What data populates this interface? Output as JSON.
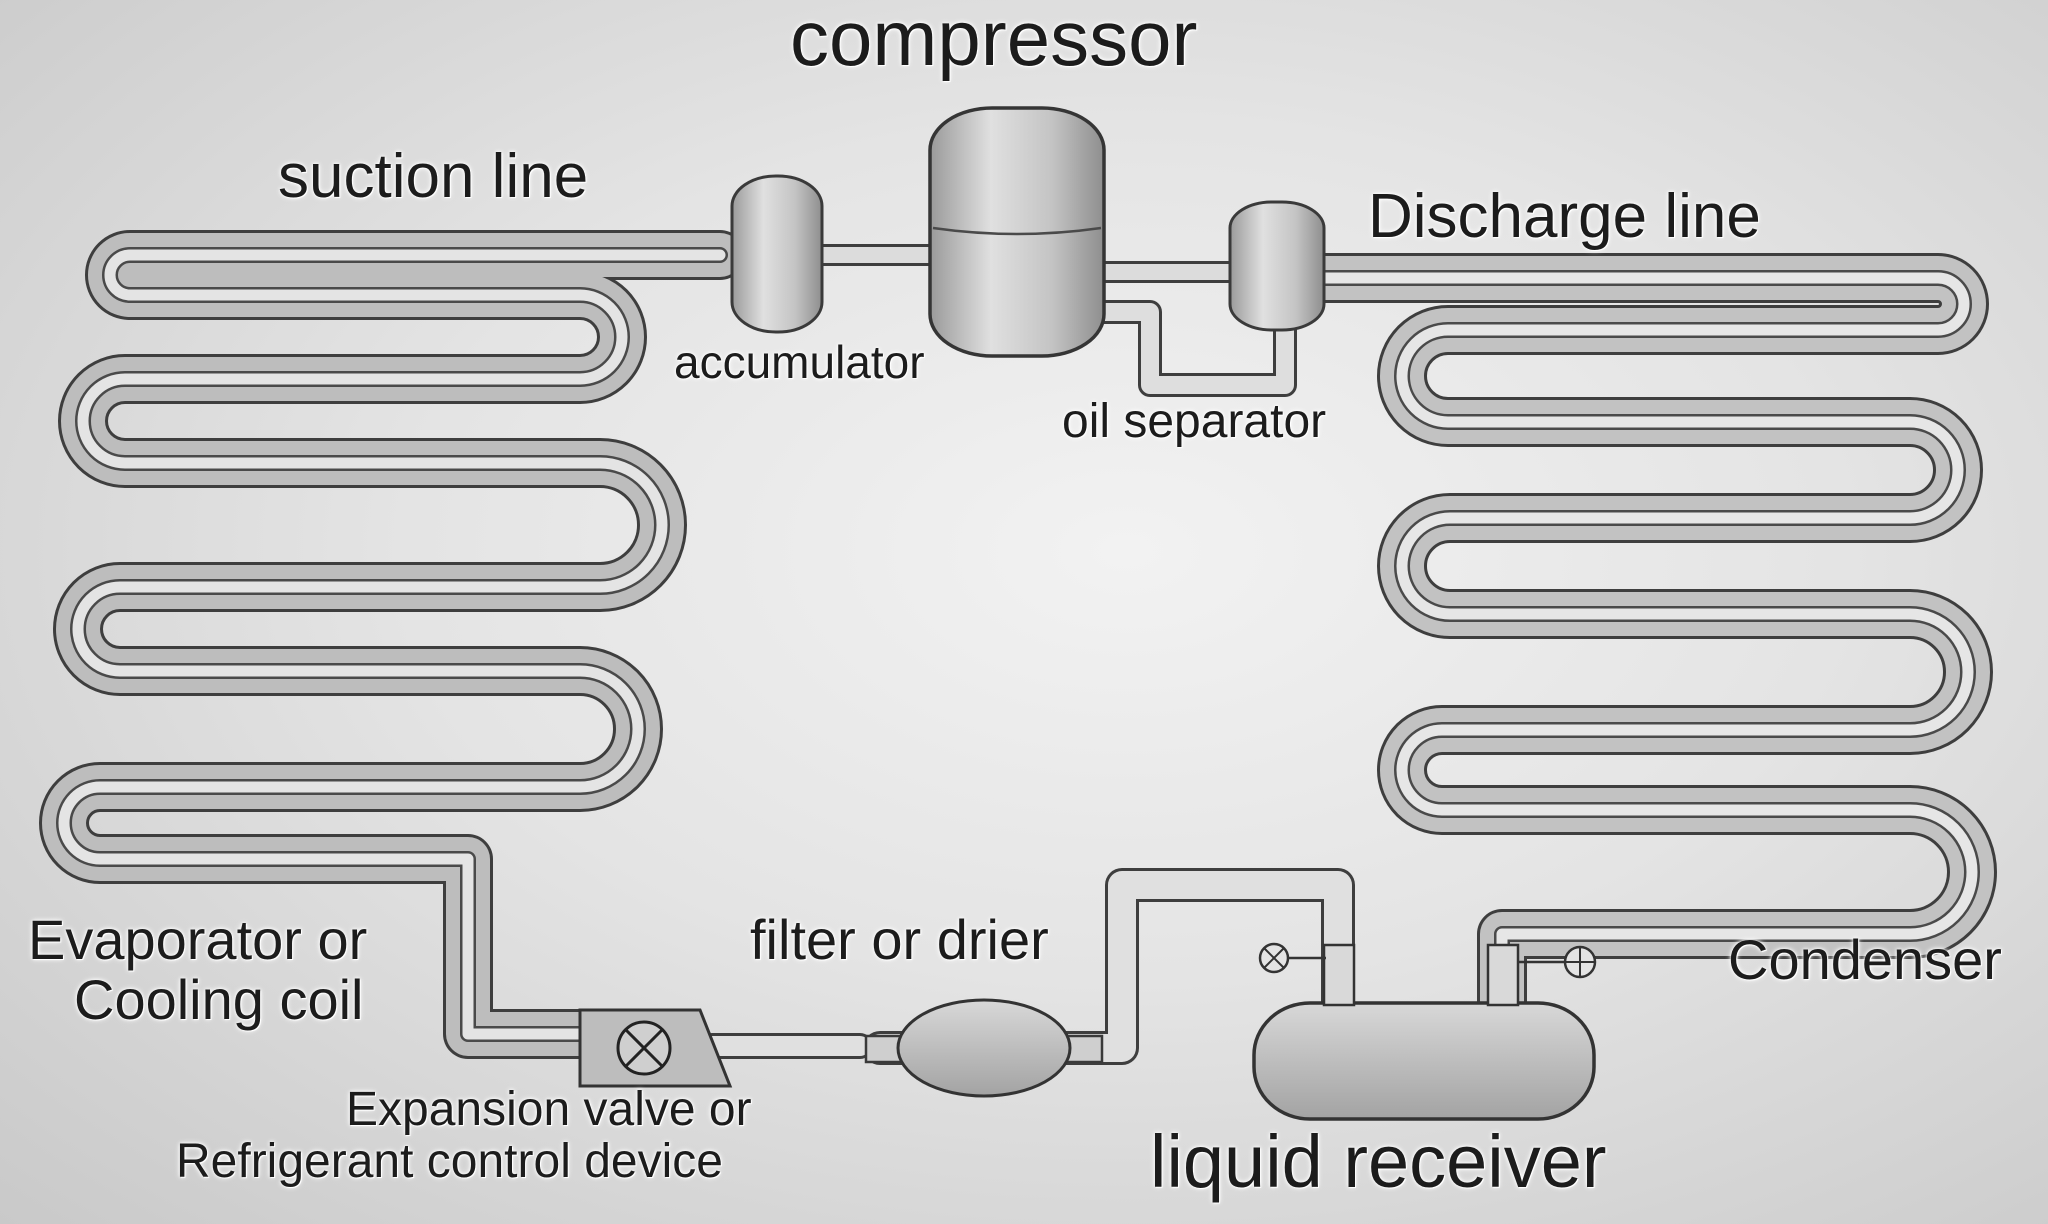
{
  "labels": {
    "compressor": "compressor",
    "suction_line": "suction line",
    "discharge_line": "Discharge line",
    "accumulator": "accumulator",
    "oil_separator": "oil separator",
    "evaporator_line1": "Evaporator or",
    "evaporator_line2": "Cooling coil",
    "filter_drier": "filter or drier",
    "condenser": "Condenser",
    "expansion_line1": "Expansion valve or",
    "expansion_line2": "Refrigerant control device",
    "liquid_receiver": "liquid receiver"
  },
  "colors": {
    "paper": "#e9e9e9",
    "pencil": "#3c3c3c",
    "shading": "#b8b8b8",
    "text": "#1c1c1c"
  }
}
